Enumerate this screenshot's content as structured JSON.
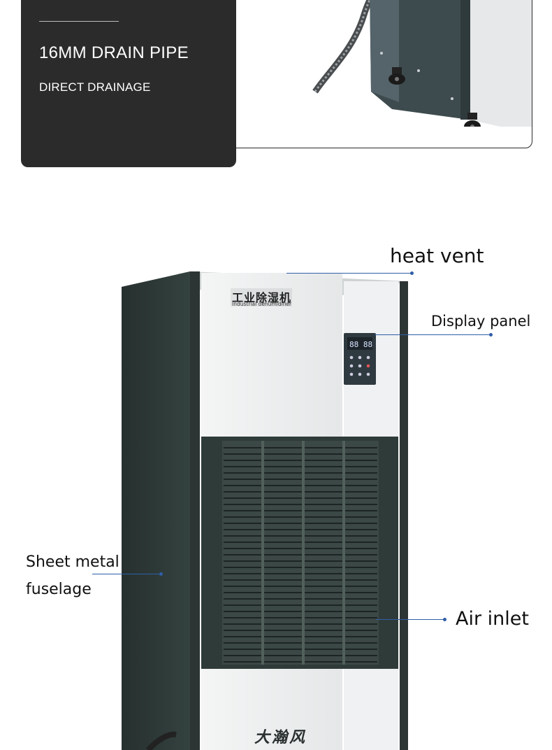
{
  "top_card": {
    "title": "16MM DRAIN PIPE",
    "subtitle": "DIRECT DRAINAGE"
  },
  "callouts": {
    "heat_vent": "heat vent",
    "display_panel": "Display panel",
    "sheet_metal_line1": "Sheet metal",
    "sheet_metal_line2": "fuselage",
    "air_inlet": "Air inlet"
  },
  "product_labels": {
    "logo_cn": "工业除湿机",
    "logo_en": "Industrial dehumidifier",
    "brand": "大瀚风"
  },
  "colors": {
    "card_bg": "#2b2b2b",
    "body_dark": "#2e3d3c",
    "panel_white": "#eef0f0",
    "callout_blue": "#2f5ea8"
  },
  "icons": [
    "drain-hose-icon",
    "caster-wheel-icon",
    "control-panel-icon"
  ]
}
